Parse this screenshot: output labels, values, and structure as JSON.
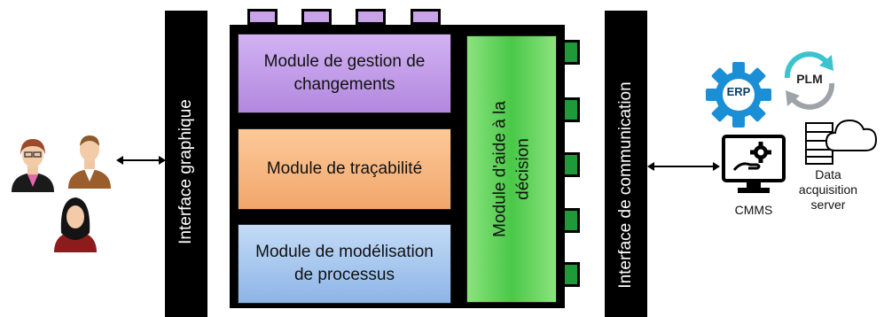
{
  "interfaces": {
    "left_label": "Interface graphique",
    "right_label": "Interface de communication"
  },
  "modules": {
    "gestion_changements": "Module de gestion de changements",
    "tracabilite": "Module de traçabilité",
    "modelisation": "Module de modélisation de processus",
    "aide_decision": "Module d'aide à la décision"
  },
  "systems": {
    "erp": "ERP",
    "plm": "PLM",
    "cmms": "CMMS",
    "data_server": "Data acquisition server"
  },
  "icons": [
    "user-woman-glasses-icon",
    "user-man-icon",
    "user-woman-hijab-icon",
    "double-arrow-icon",
    "gear-icon",
    "cycle-arrows-icon",
    "monitor-icon",
    "server-icon",
    "cloud-icon"
  ],
  "colors": {
    "purple": "#c29ae8",
    "orange": "#f7b27a",
    "blue": "#a8c8ee",
    "green": "#5fd35b",
    "erp_blue": "#1a8fd6",
    "cycle": "#3cc3cf"
  }
}
